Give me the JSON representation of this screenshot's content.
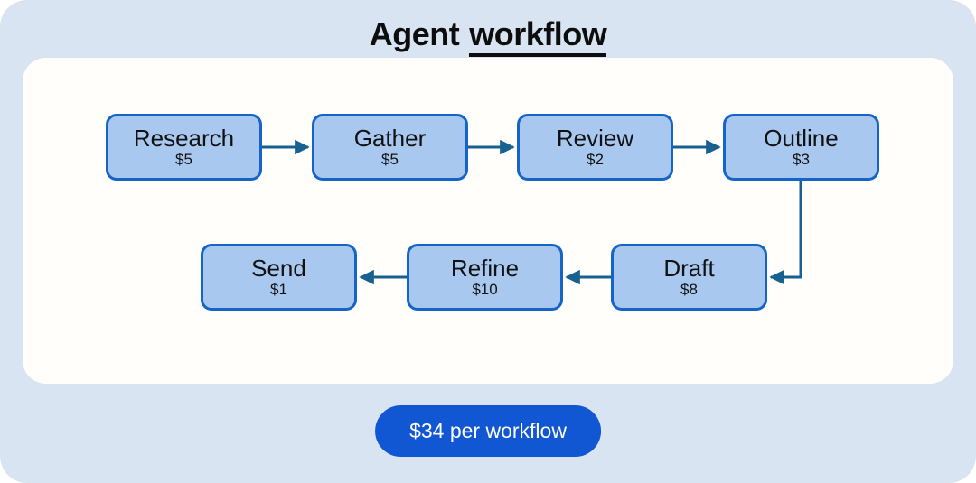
{
  "title": {
    "prefix": "Agent",
    "underlined": "workflow"
  },
  "nodes": [
    {
      "label": "Research",
      "price": "$5"
    },
    {
      "label": "Gather",
      "price": "$5"
    },
    {
      "label": "Review",
      "price": "$2"
    },
    {
      "label": "Outline",
      "price": "$3"
    },
    {
      "label": "Draft",
      "price": "$8"
    },
    {
      "label": "Refine",
      "price": "$10"
    },
    {
      "label": "Send",
      "price": "$1"
    }
  ],
  "edges": [
    {
      "from": "Research",
      "to": "Gather"
    },
    {
      "from": "Gather",
      "to": "Review"
    },
    {
      "from": "Review",
      "to": "Outline"
    },
    {
      "from": "Outline",
      "to": "Draft"
    },
    {
      "from": "Draft",
      "to": "Refine"
    },
    {
      "from": "Refine",
      "to": "Send"
    }
  ],
  "badge": {
    "label": "$34 per workflow"
  },
  "colors": {
    "page_background": "#d9e4f2",
    "panel_background": "#fffefa",
    "node_fill": "#a9c8ef",
    "node_border": "#1565c8",
    "arrow": "#17608f",
    "badge_background": "#1156d2",
    "badge_text": "#ffffff",
    "title_text": "#0d0d0d"
  }
}
